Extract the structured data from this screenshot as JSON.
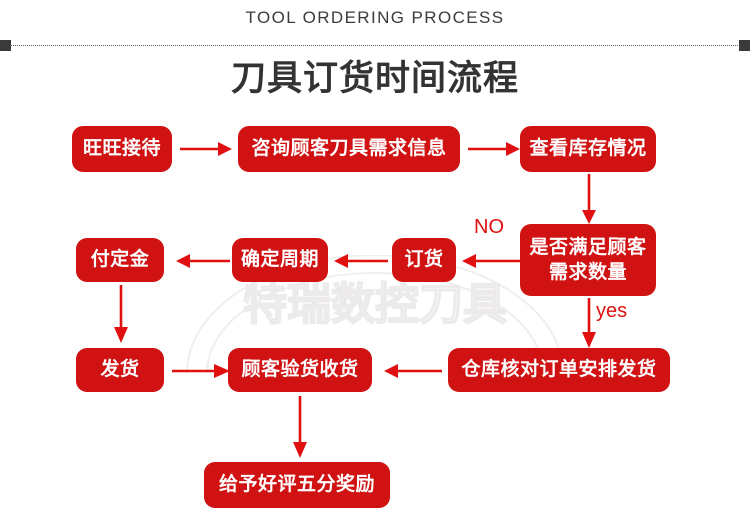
{
  "header": {
    "english_title": "TOOL ORDERING PROCESS",
    "chinese_title": "刀具订货时间流程"
  },
  "watermark": {
    "text": "特瑞数控刀具"
  },
  "colors": {
    "node_red": "#d01212",
    "arrow_red": "#e01010",
    "title_gray": "#333333",
    "divider_dark": "#3a3a3a",
    "node_text": "#ffffff",
    "watermark_gray": "#eceaea"
  },
  "flow": {
    "nodes": [
      {
        "id": "n1",
        "label": "旺旺接待"
      },
      {
        "id": "n2",
        "label": "咨询顾客刀具需求信息"
      },
      {
        "id": "n3",
        "label": "查看库存情况"
      },
      {
        "id": "n4",
        "line1": "是否满足顾客",
        "line2": "需求数量"
      },
      {
        "id": "n5",
        "label": "订货"
      },
      {
        "id": "n6",
        "label": "确定周期"
      },
      {
        "id": "n7",
        "label": "付定金"
      },
      {
        "id": "n8",
        "label": "发货"
      },
      {
        "id": "n9",
        "label": "顾客验货收货"
      },
      {
        "id": "n10",
        "label": "仓库核对订单安排发货"
      },
      {
        "id": "n11",
        "label": "给予好评五分奖励"
      }
    ],
    "edge_labels": {
      "no": "NO",
      "yes": "yes"
    }
  }
}
